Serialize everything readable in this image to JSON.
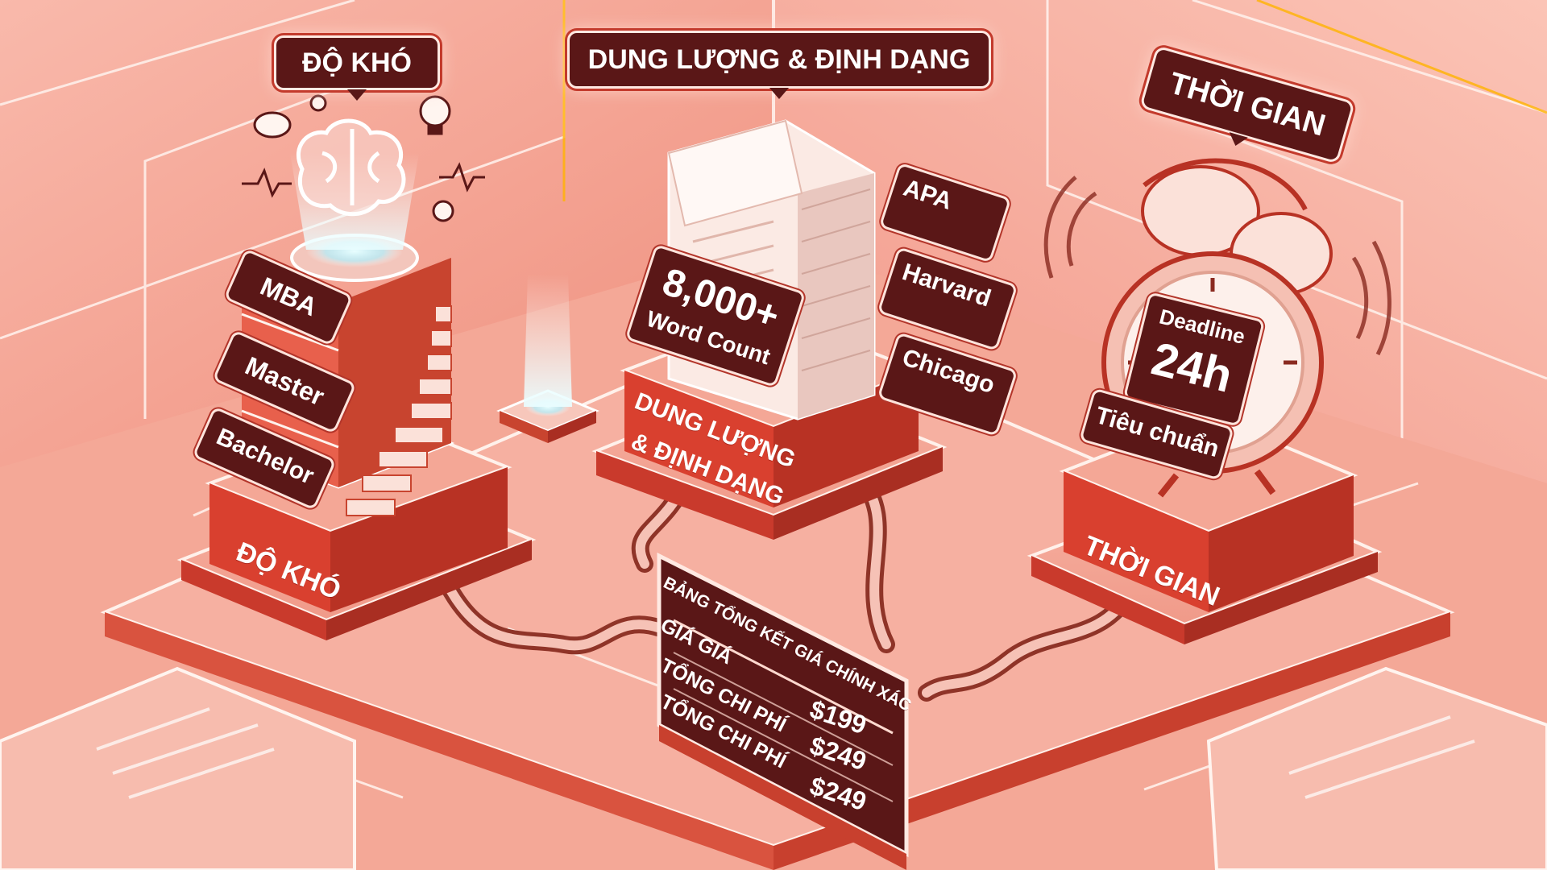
{
  "headers": {
    "difficulty": "ĐỘ KHÓ",
    "volume_format": "DUNG LƯỢNG & ĐỊNH DẠNG",
    "time": "THỜI GIAN"
  },
  "difficulty_levels": [
    "MBA",
    "Master",
    "Bachelor"
  ],
  "word_count": {
    "value": "8,000+",
    "label": "Word Count"
  },
  "citation_formats": [
    "APA",
    "Harvard",
    "Chicago"
  ],
  "deadline": {
    "label": "Deadline",
    "value": "24h",
    "tier": "Tiêu chuẩn"
  },
  "pedestals": {
    "difficulty": "ĐỘ KHÓ",
    "volume_line1": "DUNG LƯỢNG",
    "volume_line2": "& ĐỊNH DẠNG",
    "time": "THỜI GIAN"
  },
  "price_table": {
    "title": "BẢNG TỔNG KẾT GIÁ CHÍNH XÁC",
    "rows": [
      {
        "label": "GIÁ GIÁ",
        "value": "$199"
      },
      {
        "label": "TỔNG CHI PHÍ",
        "value": "$249"
      },
      {
        "label": "TỔNG CHI PHÍ",
        "value": "$249"
      }
    ]
  },
  "colors": {
    "background": "#f3a596",
    "accent_red": "#c8362a",
    "dark_panel": "#5a1717",
    "glow": "#fff4ef",
    "cyan_glow": "#bff6ff"
  }
}
